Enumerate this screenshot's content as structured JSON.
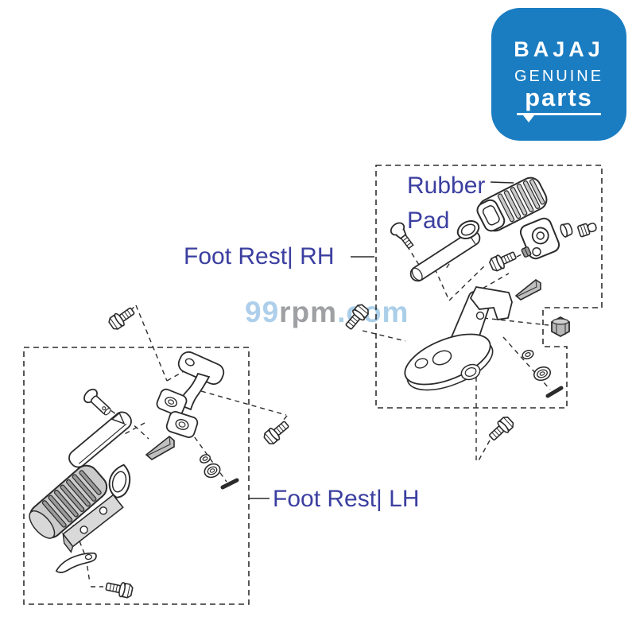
{
  "page": {
    "background": "#ffffff"
  },
  "logo": {
    "brand": "BAJAJ",
    "line2": "GENUINE",
    "line3": "parts",
    "bg_color": "#1a7dc2",
    "text_color": "#ffffff"
  },
  "labels": {
    "rubber_pad_line1": "Rubber",
    "rubber_pad_line2": "Pad",
    "foot_rest_rh": "Foot Rest| RH",
    "foot_rest_lh": "Foot Rest| LH",
    "label_color": "#3b3fa0"
  },
  "watermark": {
    "part1": "99",
    "part2": "rpm",
    "part3": ".com",
    "color_blue": "#aecfeb",
    "color_gray": "#9fa0a3"
  },
  "diagram": {
    "line_color": "#2b2b2b",
    "dash_color": "#2e2e2e",
    "boxes": [
      {
        "name": "foot-rest-rh-box",
        "label": "Foot Rest| RH"
      },
      {
        "name": "foot-rest-lh-box",
        "label": "Foot Rest| LH"
      }
    ],
    "parts_rh": [
      "rubber-pad",
      "carriage-bolt",
      "foot-rest-rod",
      "gasket",
      "pivot-block",
      "bushing",
      "screw-fitting",
      "hex-bolt",
      "ferrule-nut",
      "wedge",
      "foot-rest-bracket",
      "nut",
      "washer-small",
      "washer-large",
      "pin",
      "flange-bolt-outside",
      "flange-bolt-below"
    ],
    "parts_lh": [
      "flange-bolt-top",
      "clevis-pin",
      "foot-rest-rod",
      "foot-rest-bracket",
      "wedge",
      "washer-small",
      "washer-large",
      "pin",
      "rubber-pad",
      "gasket",
      "mounting-plate",
      "lever",
      "flange-bolt-bottom",
      "flange-bolt-mid"
    ]
  }
}
